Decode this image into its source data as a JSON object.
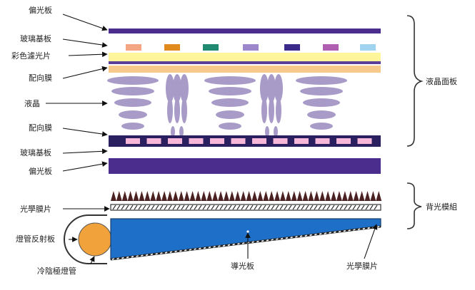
{
  "labels": {
    "polarizer_top": "偏光板",
    "glass_top": "玻璃基板",
    "color_filter": "彩色濾光片",
    "alignment_top": "配向膜",
    "liquid_crystal": "液晶",
    "alignment_bottom": "配向膜",
    "glass_bottom": "玻璃基板",
    "polarizer_bottom": "偏光板",
    "optical_film_left": "光學膜片",
    "lamp_reflector": "燈管反射板",
    "ccfl": "冷陰極燈管",
    "light_guide": "導光板",
    "optical_film_bottom": "光學膜片",
    "lcd_panel": "液晶面板",
    "backlight_module": "背光模組"
  },
  "colors": {
    "polarizer": "#4b2d8e",
    "filter_strip": "#fff59a",
    "filter_cells": [
      "#f4a582",
      "#e08a1e",
      "#1f8a70",
      "#9b87c9",
      "#3b2a8a",
      "#b05fb0",
      "#9fd3f0"
    ],
    "alignment": "#f7c98a",
    "liquid_crystal": "#a89bc8",
    "tft_glass": "#2a2060",
    "tft_pixel": "#f7b7d8",
    "prism": "#4a2222",
    "light_guide": "#1e6fc8",
    "lamp": "#f2a23a"
  }
}
